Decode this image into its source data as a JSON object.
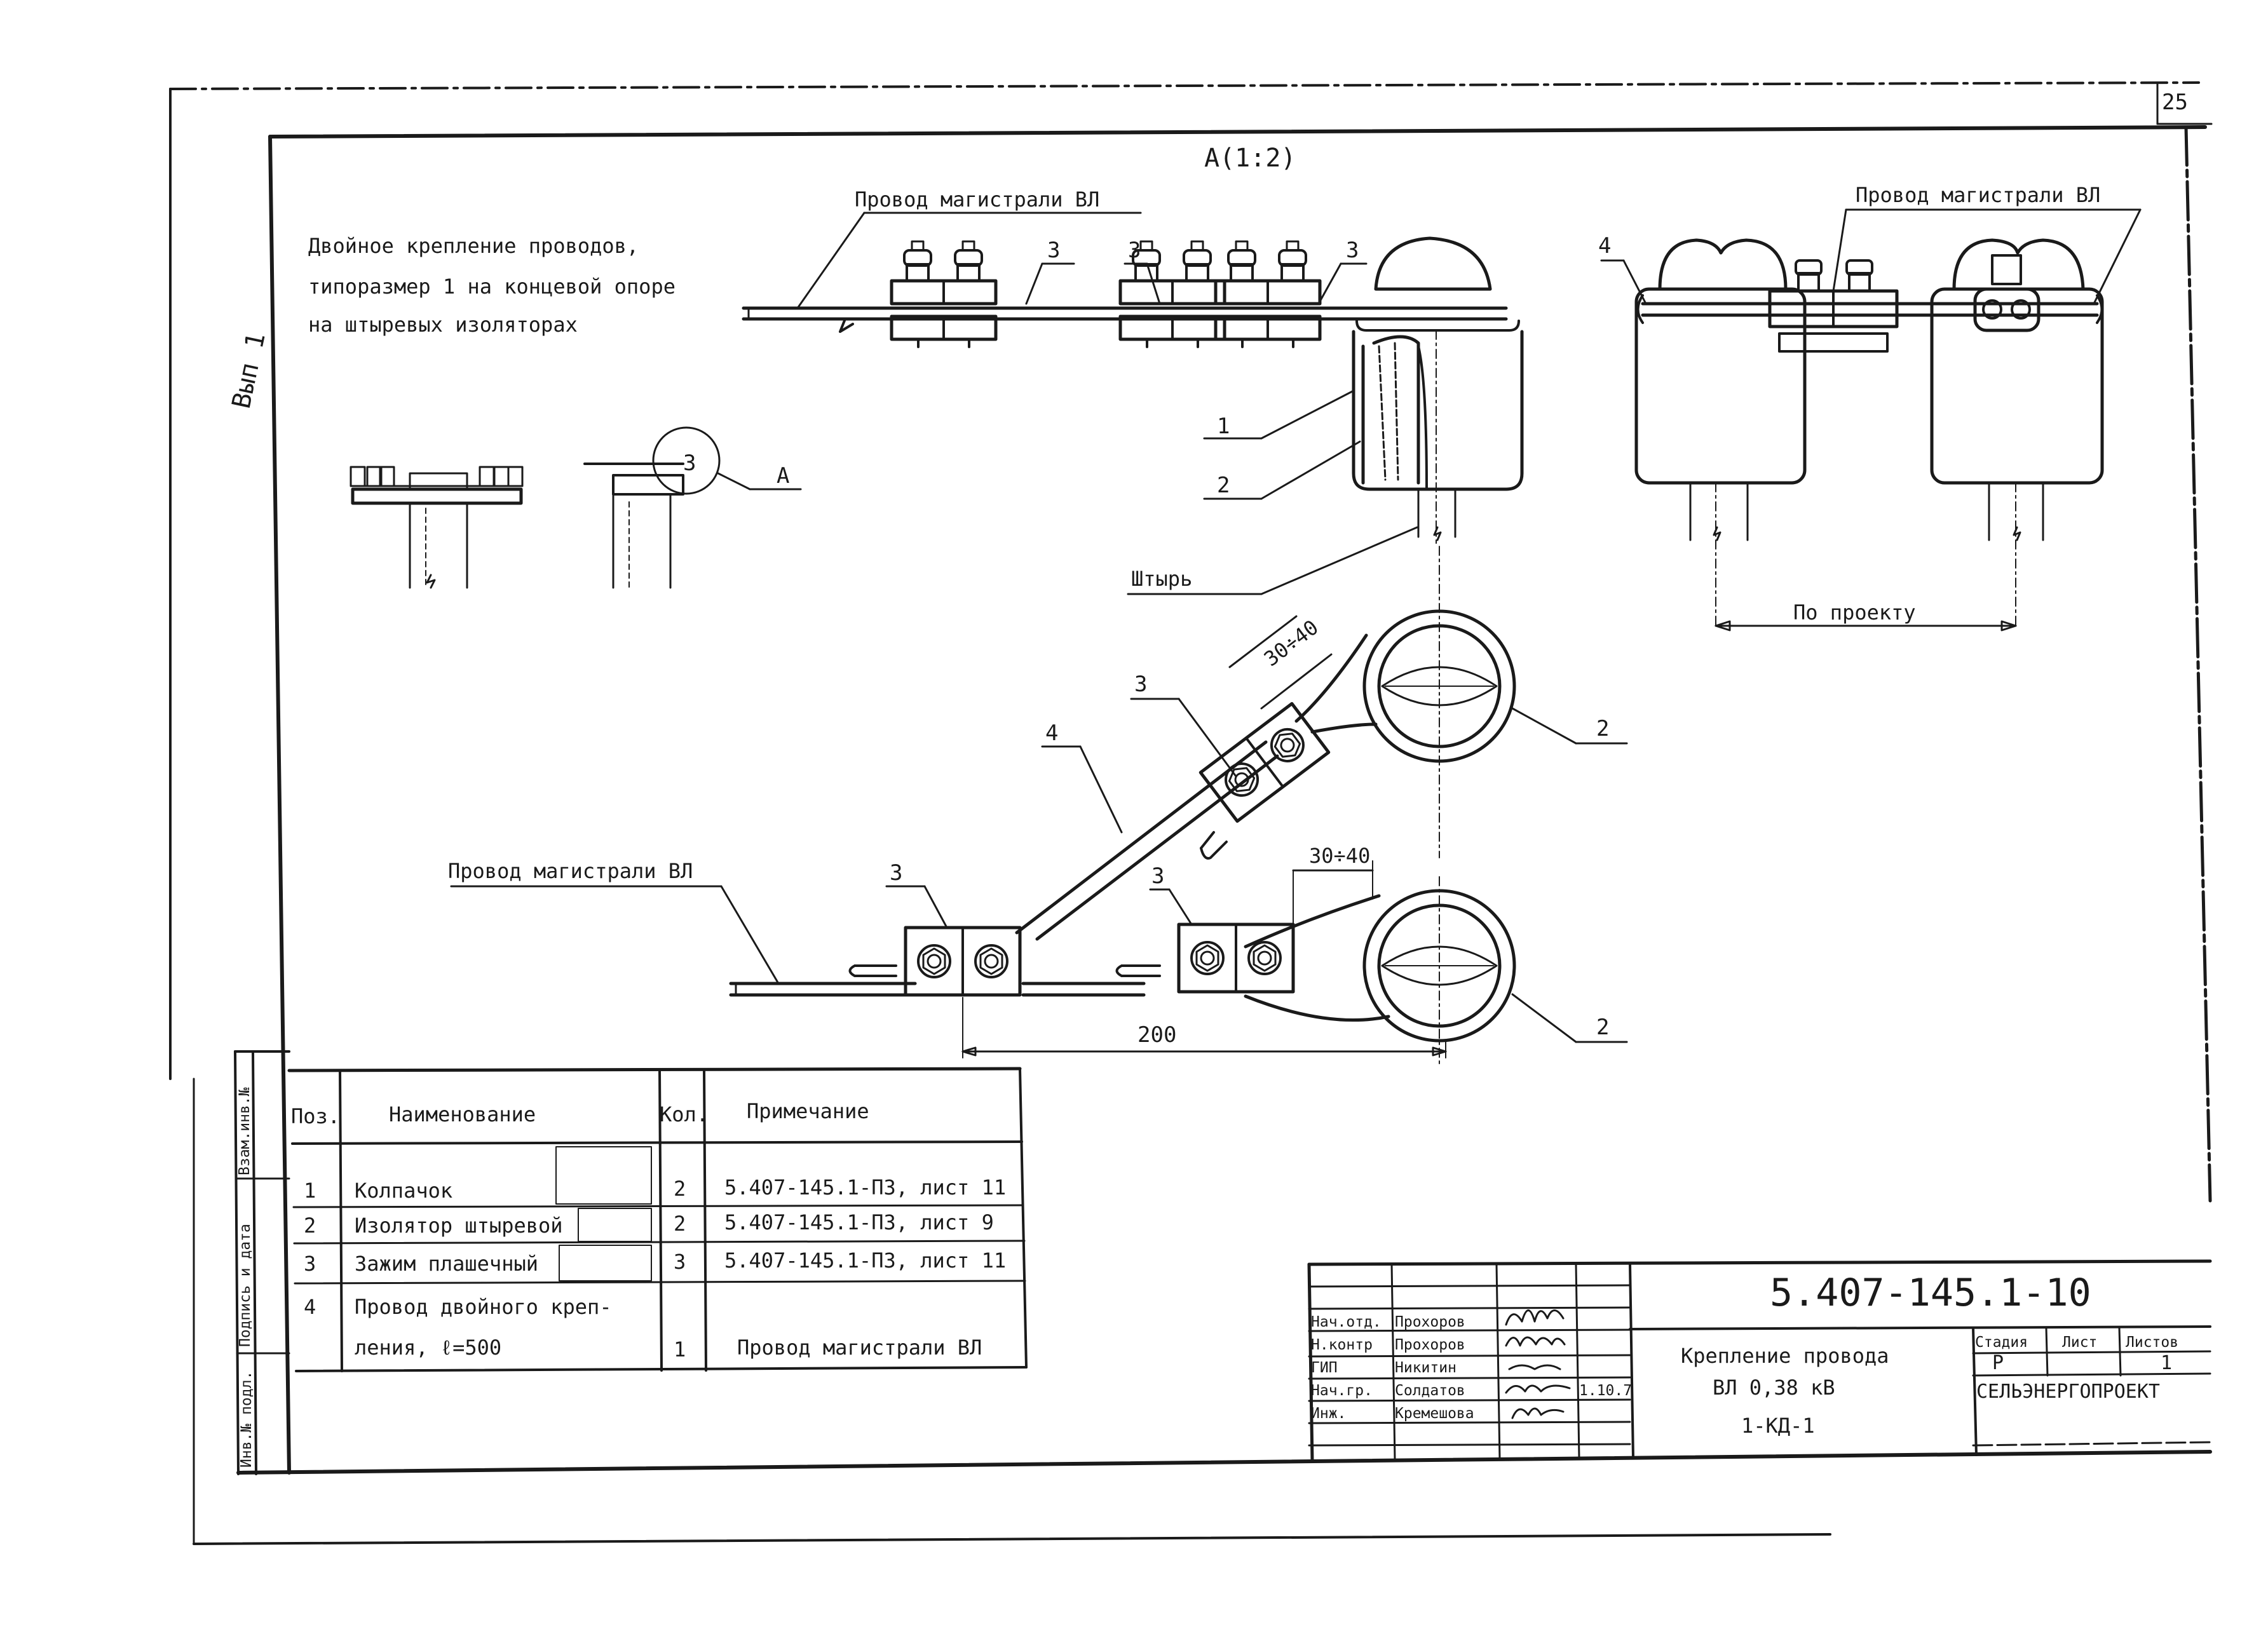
{
  "sheet": {
    "page_number": "25",
    "view_label": "А(1:2)",
    "side_note": "Вып 1",
    "callout_a": "А"
  },
  "description": [
    "Двойное крепление проводов,",
    "типоразмер 1 на концевой опоре",
    "на штыревых изоляторах"
  ],
  "labels": {
    "wire_main": "Провод магистрали ВЛ",
    "pin": "Штырь",
    "per_project": "По проекту",
    "pos1": "1",
    "pos2": "2",
    "pos3": "3",
    "pos4": "4",
    "dim_30_40": "30÷40",
    "dim_200": "200"
  },
  "spec_table": {
    "headers": [
      "Поз.",
      "Наименование",
      "Кол.",
      "Примечание"
    ],
    "rows": [
      {
        "pos": "1",
        "name": "Колпачок",
        "qty": "2",
        "note": "5.407-145.1-ПЗ, лист 11"
      },
      {
        "pos": "2",
        "name": "Изолятор штыревой",
        "qty": "2",
        "note": "5.407-145.1-ПЗ, лист 9"
      },
      {
        "pos": "3",
        "name": "Зажим плашечный",
        "qty": "3",
        "note": "5.407-145.1-ПЗ, лист 11"
      },
      {
        "pos": "4",
        "name_line1": "Провод двойного креп-",
        "name_line2": "ления, ℓ=500",
        "qty": "1",
        "note": "Провод магистрали ВЛ"
      }
    ]
  },
  "left_strip": [
    "Взам.инв.№",
    "Подпись и дата",
    "Инв.№ подл."
  ],
  "title_block": {
    "doc_code": "5.407-145.1-10",
    "title_lines": [
      "Крепление провода",
      "ВЛ 0,38 кВ",
      "1-КД-1"
    ],
    "stage_label": "Стадия",
    "sheet_label": "Лист",
    "sheets_label": "Листов",
    "stage": "Р",
    "sheet": "",
    "sheets": "1",
    "org": "СЕЛЬЭНЕРГОПРОЕКТ",
    "people": [
      {
        "role": "Нач.отд.",
        "name": "Прохоров"
      },
      {
        "role": "Н.контр",
        "name": "Прохоров"
      },
      {
        "role": "ГИП",
        "name": "Никитин"
      },
      {
        "role": "Нач.гр.",
        "name": "Солдатов"
      },
      {
        "role": "Инж.",
        "name": "Кремешова"
      }
    ],
    "date": "1.10.7"
  }
}
